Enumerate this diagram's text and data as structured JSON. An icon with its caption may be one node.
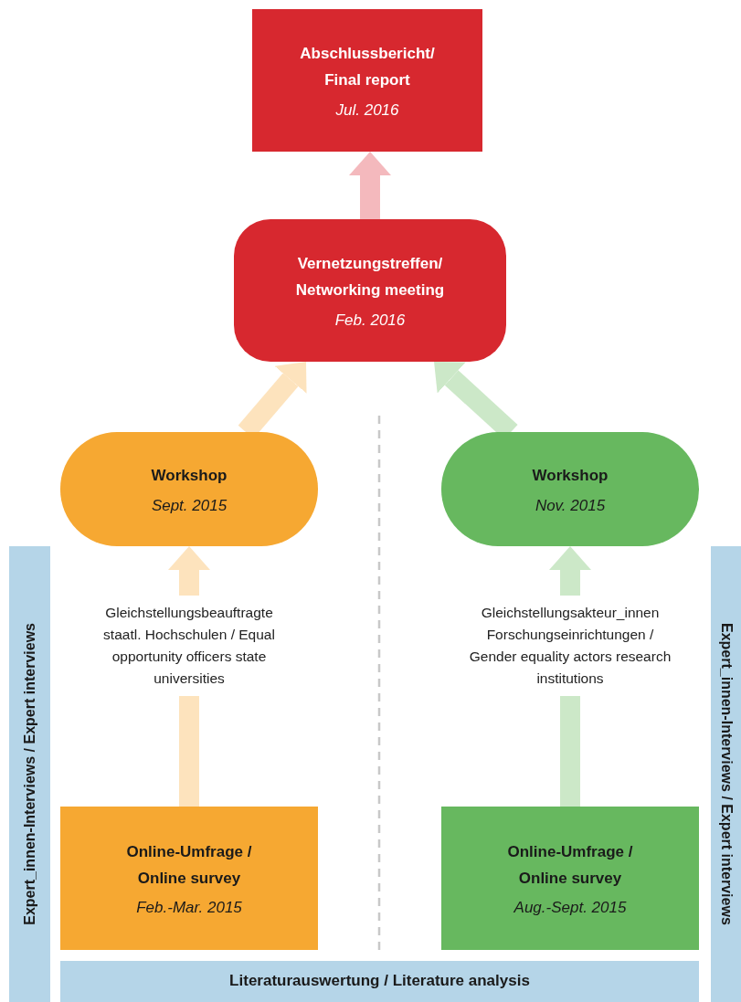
{
  "diagram": {
    "nodes": [
      {
        "text": [
          "Abschlussbericht/ Final report",
          "Jul. 2016"
        ]
      },
      {
        "text": [
          "Vernetzungstreffen/ Networking meeting",
          "Feb. 2016"
        ]
      },
      {
        "text": [
          "Workshop",
          "Sept. 2015"
        ]
      },
      {
        "text": [
          "Workshop",
          "Nov. 2015"
        ]
      },
      {
        "text": [
          "Online-Umfrage / Online survey",
          "Feb.-Mar. 2015"
        ]
      },
      {
        "text": [
          "Online-Umfrage / Online survey",
          "Aug.-Sept. 2015"
        ]
      },
      {
        "text": [
          "Expert_innen-Interviews / Expert interviews"
        ]
      },
      {
        "text": [
          "Expert_innen-Interviews / Expert interviews"
        ]
      },
      {
        "text": [
          "Literaturauswertung / Literature analysis"
        ]
      }
    ],
    "edges": [
      {
        "from": 1,
        "to": 0,
        "arrow": "to",
        "color": "#f4b9bd"
      },
      {
        "from": 2,
        "to": 1,
        "arrow": "to",
        "color": "#fde3bd"
      },
      {
        "from": 3,
        "to": 1,
        "arrow": "to",
        "color": "#cce8c8"
      },
      {
        "from": 4,
        "to": 2,
        "arrow": "to",
        "color": "#fde3bd",
        "label": "Gleichstellungsbeauftragte staatl. Hochschulen / Equal opportunity officers state universities"
      },
      {
        "from": 5,
        "to": 3,
        "arrow": "to",
        "color": "#cce8c8",
        "label": "Gleichstellungsakteur_innen Forschungseinrichtungen / Gender equality actors research institutions"
      }
    ]
  }
}
